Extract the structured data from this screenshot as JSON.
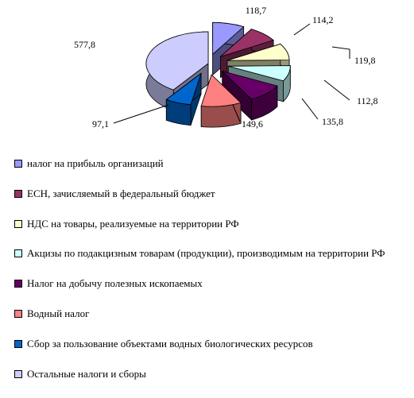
{
  "chart_data": {
    "type": "pie",
    "series": [
      {
        "name": "налог на  прибыль организаций",
        "value": 118.7,
        "label": "118,7",
        "color": "#9999ff"
      },
      {
        "name": "ЕСН, зачисляемый в федеральный бюджет",
        "value": 114.2,
        "label": "114,2",
        "color": "#993366"
      },
      {
        "name": "НДС на товары, реализуемые на территории РФ",
        "value": 119.8,
        "label": "119,8",
        "color": "#ffffcc"
      },
      {
        "name": "Акцизы по подакцизным товарам (продукции), производимым на территории РФ",
        "value": 112.8,
        "label": "112,8",
        "color": "#ccffff"
      },
      {
        "name": "Налог на добычу полезных ископаемых",
        "value": 135.8,
        "label": "135,8",
        "color": "#660066"
      },
      {
        "name": "Водный налог",
        "value": 149.6,
        "label": "149,6",
        "color": "#ff8080"
      },
      {
        "name": "Сбор за пользование объектами водных биологических ресурсов",
        "value": 97.1,
        "label": "97,1",
        "color": "#0066cc"
      },
      {
        "name": "Остальные налоги и сборы",
        "value": 577.8,
        "label": "577,8",
        "color": "#ccccff"
      }
    ],
    "style": "3d-exploded",
    "legend": "bottom"
  }
}
